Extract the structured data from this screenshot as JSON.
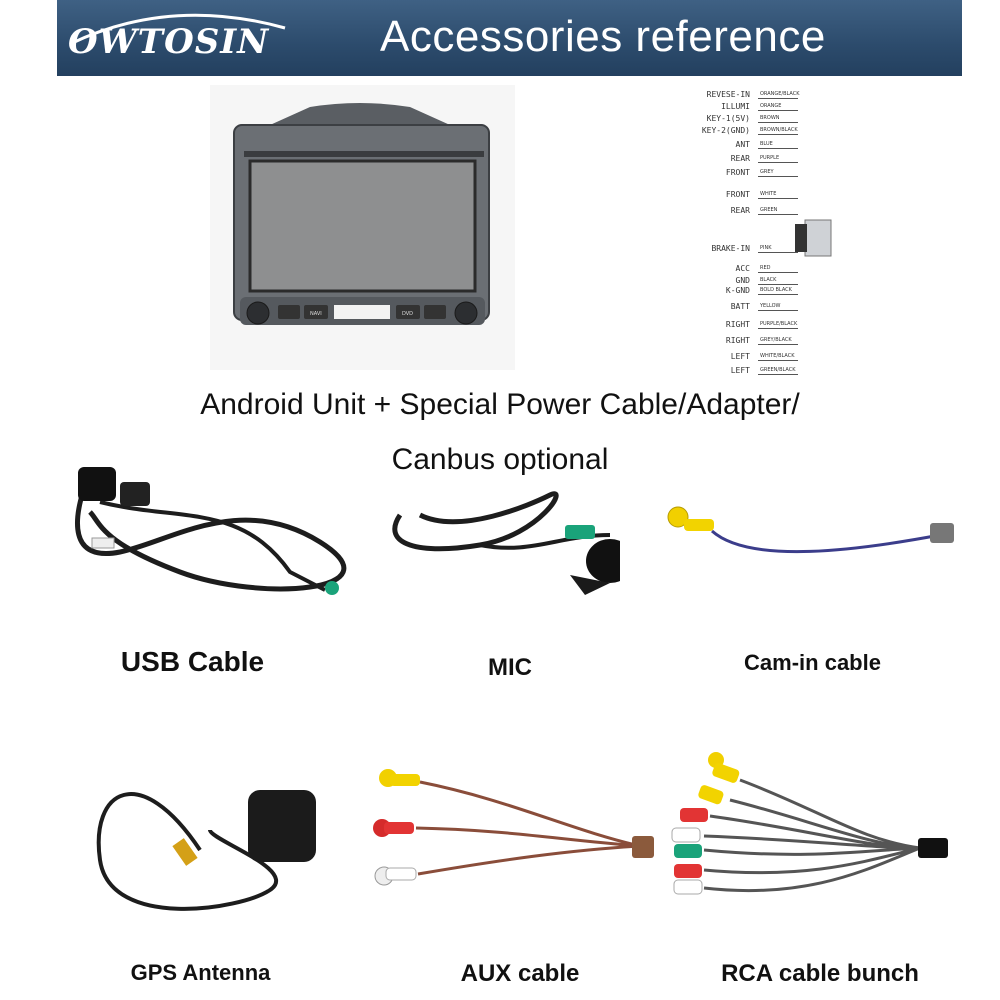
{
  "banner": {
    "logo": "OWTOSIN",
    "title": "Accessories reference"
  },
  "main_caption": {
    "line1": "Android Unit + Special Power Cable/Adapter/",
    "line2": "Canbus optional"
  },
  "head_unit": {
    "buttons": [
      "NAVI",
      "DVD"
    ]
  },
  "wiring": {
    "labels": [
      "REVESE-IN",
      "ILLUMI",
      "KEY-1(5V)",
      "KEY-2(GND)",
      "ANT",
      "REAR",
      "FRONT",
      "FRONT",
      "REAR",
      "BRAKE-IN",
      "ACC",
      "GND",
      "K-GND",
      "BATT",
      "RIGHT",
      "RIGHT",
      "LEFT",
      "LEFT"
    ],
    "colors": [
      "ORANGE/BLACK",
      "ORANGE",
      "BROWN",
      "BROWN/BLACK",
      "BLUE",
      "PURPLE",
      "GREY",
      "WHITE",
      "GREEN",
      "PINK",
      "RED",
      "BLACK",
      "BOLD BLACK",
      "YELLOW",
      "PURPLE/BLACK",
      "GREY/BLACK",
      "WHITE/BLACK",
      "GREEN/BLACK"
    ]
  },
  "accessories": {
    "usb": "USB Cable",
    "mic": "MIC",
    "cam": "Cam-in cable",
    "gps": "GPS Antenna",
    "aux": "AUX cable",
    "rca": "RCA cable bunch"
  }
}
